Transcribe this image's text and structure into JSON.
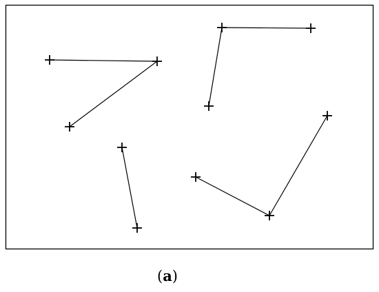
{
  "figure": {
    "caption_open": "(",
    "caption_letter": "a",
    "caption_close": ")"
  },
  "colors": {
    "stroke": "#000000",
    "background": "#ffffff"
  },
  "diagram": {
    "type": "point-pair-connections",
    "marker": "plus",
    "groups": [
      {
        "points": [
          "p1",
          "p2",
          "p3"
        ]
      },
      {
        "points": [
          "p4",
          "p5",
          "p6"
        ]
      },
      {
        "points": [
          "p7",
          "p8"
        ]
      },
      {
        "points": [
          "p9",
          "p10",
          "p11"
        ]
      }
    ]
  }
}
